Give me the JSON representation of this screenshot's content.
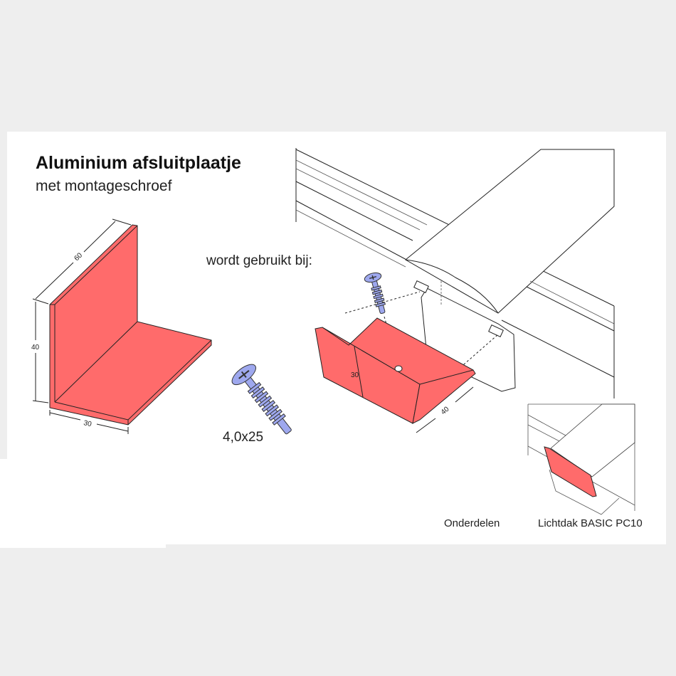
{
  "title": "Aluminium afsluitplaatje",
  "subtitle": "met montageschroef",
  "used_with_label": "wordt gebruikt bij:",
  "screw_size": "4,0x25",
  "bracket_dimensions": {
    "length": "60",
    "height": "40",
    "width": "30"
  },
  "mounted_dimensions": {
    "height": "30",
    "width": "40"
  },
  "caption_parts": "Onderdelen",
  "caption_product": "Lichtdak BASIC PC10",
  "colors": {
    "plate": "#ff6b6b",
    "screw": "#9ea8ee",
    "background": "#eeeeee",
    "panel": "#ffffff"
  }
}
